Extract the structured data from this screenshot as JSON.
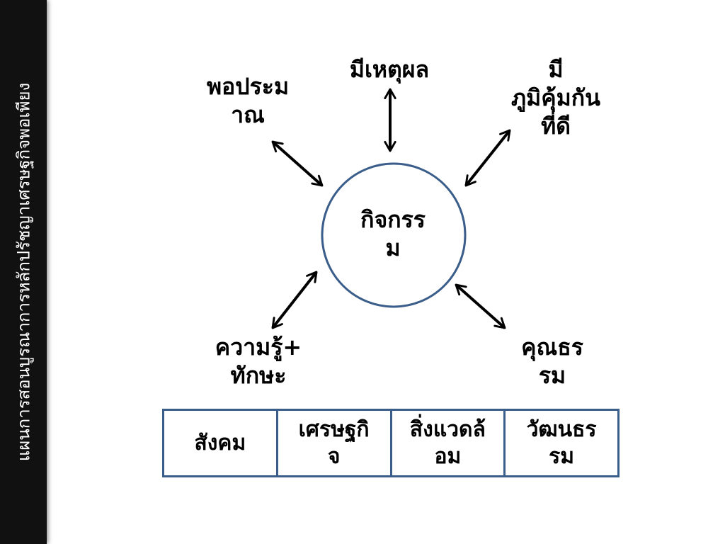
{
  "sidebar": {
    "title": "แผนการสอนบูรณาการหลักปรัชญาเศรษฐกิจพอเพียง"
  },
  "diagram": {
    "center": "กิจกรร\nม",
    "nodes": [
      {
        "id": "top-left",
        "text": "พอประม\nาณ"
      },
      {
        "id": "top",
        "text": "มีเหตุผล"
      },
      {
        "id": "top-right",
        "text": "มี\nภูมิคุ้มกัน\nที่ดี"
      },
      {
        "id": "bottom-left",
        "text": "ความรู้+\nทักษะ"
      },
      {
        "id": "bottom-right",
        "text": "คุณธร\nรม"
      }
    ],
    "colors": {
      "circle_stroke": "#3a5d8a",
      "arrow": "#000000"
    }
  },
  "table": {
    "cells": [
      "สังคม",
      "เศรษฐกิ\nจ",
      "สิ่งแวดล้\nอม",
      "วัฒนธร\nรม"
    ],
    "border_color": "#3a5d8a"
  }
}
